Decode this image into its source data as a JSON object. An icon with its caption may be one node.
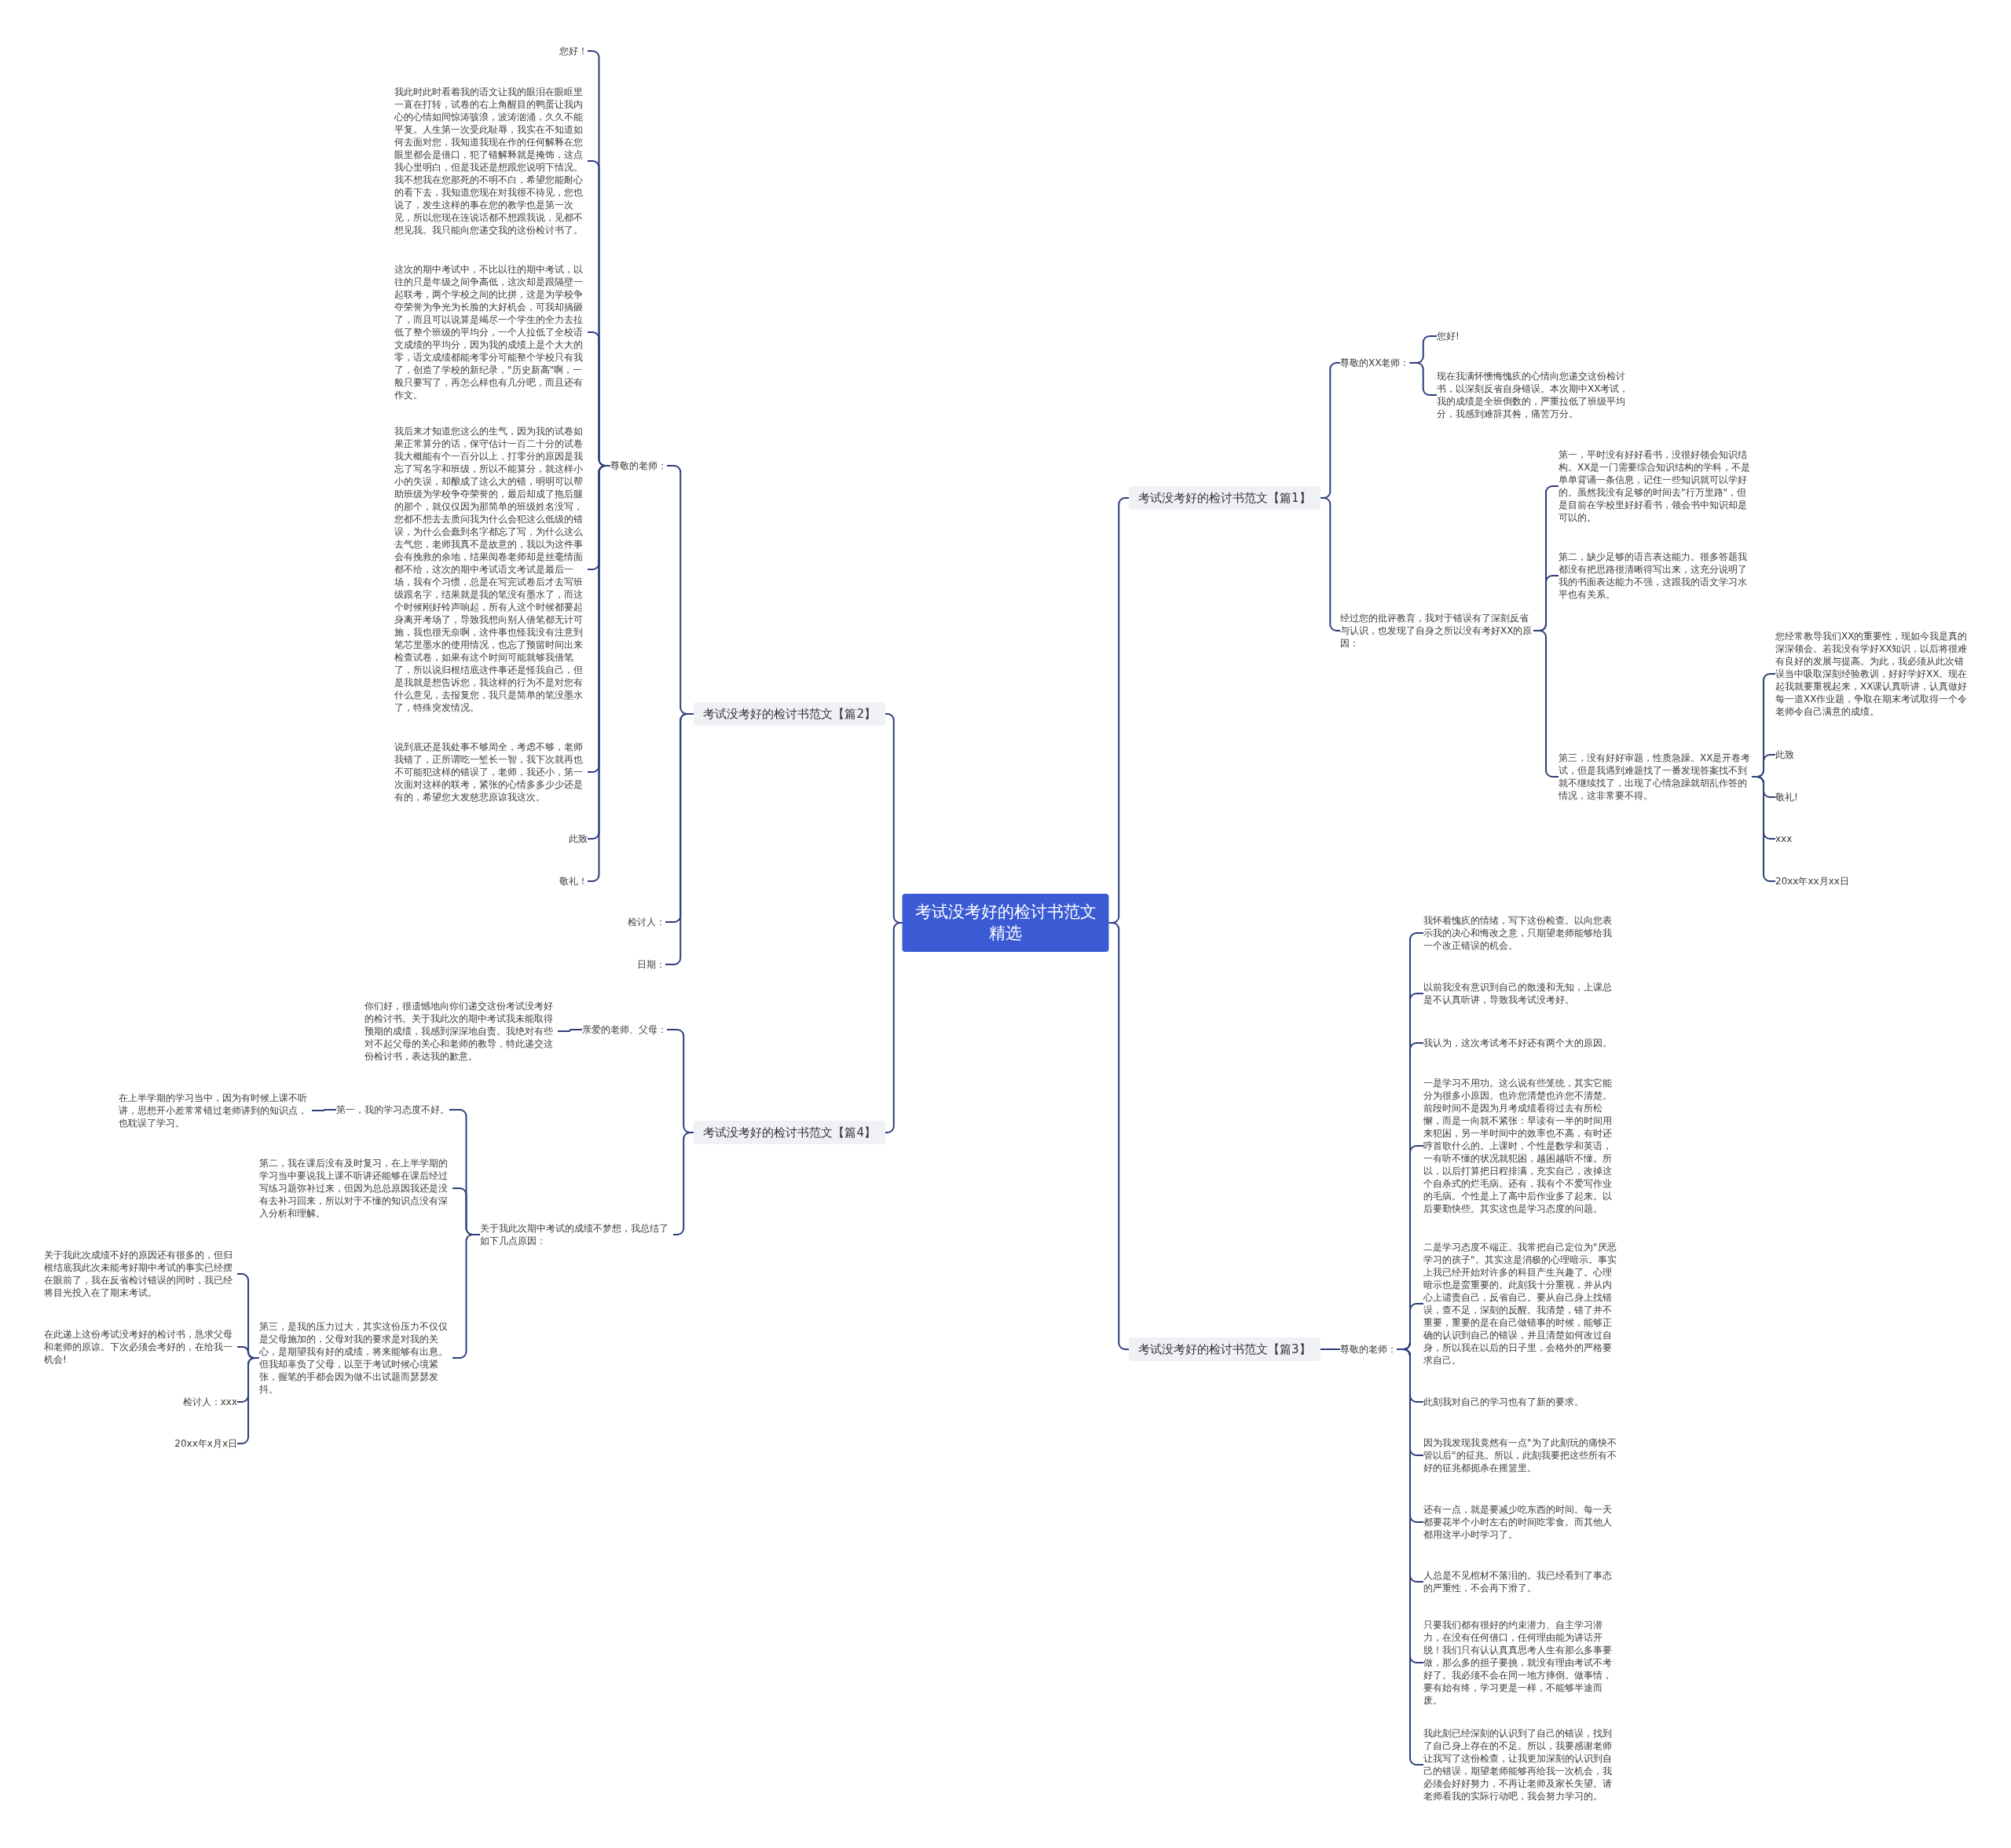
{
  "diagram": {
    "nodes": [
      {
        "text": [
          "考试没考好的检讨书范文精选"
        ]
      },
      {
        "text": [
          "考试没考好的检讨书范文【篇1】"
        ]
      },
      {
        "text": [
          "尊敬的XX老师："
        ]
      },
      {
        "text": [
          "您好!"
        ]
      },
      {
        "text": [
          "现在我满怀懊悔愧疚的心情向您递交这份检讨书，以深刻反省自身错误。本次期中XX考试，我的成绩是全班倒数的，严重拉低了班级平均分，我感到难辞其咎，痛苦万分。"
        ]
      },
      {
        "text": [
          "经过您的批评教育，我对于错误有了深刻反省与认识，也发现了自身之所以没有考好XX的原因："
        ]
      },
      {
        "text": [
          "第一，平时没有好好看书，没很好领会知识结构。XX是一门需要综合知识结构的学科，不是单单背诵一条信息，记住一些知识就可以学好的。虽然我没有足够的时间去\"行万里路\"，但是目前在学校里好好看书，领会书中知识却是可以的。"
        ]
      },
      {
        "text": [
          "第二，缺少足够的语言表达能力。很多答题我都没有把思路很清晰得写出来，这充分说明了我的书面表达能力不强，这跟我的语文学习水平也有关系。"
        ]
      },
      {
        "text": [
          "第三，没有好好审题，性质急躁。XX是开卷考试，但是我遇到难题找了一番发现答案找不到就不继续找了，出现了心情急躁就胡乱作答的情况，这非常要不得。"
        ]
      },
      {
        "text": [
          "您经常教导我们XX的重要性，现如今我是真的深深领会。若我没有学好XX知识，以后将很难有良好的发展与提高。为此，我必须从此次错误当中吸取深刻经验教训，好好学好XX。现在起我就要重视起来，XX课认真听讲，认真做好每一道XX作业题，争取在期末考试取得一个令老师令自己满意的成绩。"
        ]
      },
      {
        "text": [
          "此致"
        ]
      },
      {
        "text": [
          "敬礼!"
        ]
      },
      {
        "text": [
          "xxx"
        ]
      },
      {
        "text": [
          "20xx年xx月xx日"
        ]
      },
      {
        "text": [
          "考试没考好的检讨书范文【篇3】"
        ]
      },
      {
        "text": [
          "尊敬的老师："
        ]
      },
      {
        "text": [
          "我怀着愧疚的情绪，写下这份检查。以向您表示我的决心和悔改之意，只期望老师能够给我一个改正错误的机会。"
        ]
      },
      {
        "text": [
          "以前我没有意识到自己的散漫和无知，上课总是不认真听讲，导致我考试没考好。"
        ]
      },
      {
        "text": [
          "我认为，这次考试考不好还有两个大的原因。"
        ]
      },
      {
        "text": [
          "一是学习不用功。这么说有些笼统，其实它能分为很多小原因。也许您清楚也许您不清楚。前段时间不是因为月考成绩看得过去有所松懈，而是一向就不紧张：早读有一半的时间用来犯困，另一半时间中的效率也不高，有时还哼首歌什么的。上课时，个性是数学和英语，一有听不懂的状况就犯困，越困越听不懂。所以，以后打算把日程排满，充实自己，改掉这个自杀式的烂毛病。还有，我有个不爱写作业的毛病。个性是上了高中后作业多了起来。以后要勤快些。其实这也是学习态度的问题。"
        ]
      },
      {
        "text": [
          "二是学习态度不端正。我常把自己定位为\"厌恶学习的孩子\"。其实这是消极的心理暗示。事实上我已经开始对许多的科目产生兴趣了。心理暗示也是蛮重要的。此刻我十分重视，并从内心上谴责自己，反省自己。要从自己身上找错误，查不足，深刻的反醒。我清楚，错了并不重要，重要的是在自己做错事的时候，能够正确的认识到自己的错误，并且清楚如何改过自身，所以我在以后的日子里，会格外的严格要求自己。"
        ]
      },
      {
        "text": [
          "此刻我对自己的学习也有了新的要求。"
        ]
      },
      {
        "text": [
          "因为我发现我竟然有一点\"为了此刻玩的痛快不管以后\"的征兆。所以，此刻我要把这些所有不好的征兆都扼杀在摇篮里。"
        ]
      },
      {
        "text": [
          "还有一点，就是要减少吃东西的时间。每一天都要花半个小时左右的时间吃零食。而其他人都用这半小时学习了。"
        ]
      },
      {
        "text": [
          "人总是不见棺材不落泪的。我已经看到了事态的严重性，不会再下滑了。"
        ]
      },
      {
        "text": [
          "只要我们都有很好的约束潜力、自主学习潜力，在没有任何借口，任何理由能为讲话开脱！我们只有认认真真思考人生有那么多事要做，那么多的担子要挑，就没有理由考试不考好了。我必须不会在同一地方摔倒。做事情，要有始有终，学习更是一样，不能够半途而废。"
        ]
      },
      {
        "text": [
          "我此刻已经深刻的认识到了自己的错误，找到了自己身上存在的不足。所以，我要感谢老师让我写了这份检查，让我更加深刻的认识到自己的错误，期望老师能够再给我一次机会，我必须会好好努力，不再让老师及家长失望。请老师看我的实际行动吧，我会努力学习的。"
        ]
      },
      {
        "text": [
          "考试没考好的检讨书范文【篇2】"
        ]
      },
      {
        "text": [
          "尊敬的老师："
        ]
      },
      {
        "text": [
          "您好！"
        ]
      },
      {
        "text": [
          "我此时此时看着我的语文让我的眼泪在眼眶里一直在打转，试卷的右上角醒目的鸭蛋让我内心的心情如同惊涛骇浪，波涛汹涌，久久不能平复。人生第一次受此耻辱，我实在不知道如何去面对您，我知道我现在作的任何解释在您眼里都会是借口，犯了错解释就是掩饰，这点我心里明白，但是我还是想跟您说明下情况。我不想我在您那死的不明不白，希望您能耐心的看下去，我知道您现在对我很不待见，您也说了，发生这样的事在您的教学也是第一次见，所以您现在连说话都不想跟我说，见都不想见我。我只能向您递交我的这份检讨书了。"
        ]
      },
      {
        "text": [
          "这次的期中考试中，不比以往的期中考试，以往的只是年级之间争高低，这次却是跟隔壁一起联考，两个学校之间的比拼，这是为学校争夺荣誉为争光为长脸的大好机会，可我却搞砸了，而且可以说算是竭尽一个学生的全力去拉低了整个班级的平均分，一个人拉低了全校语文成绩的平均分，因为我的成绩上是个大大的零，语文成绩都能考零分可能整个学校只有我了，创造了学校的新纪录，\"历史新高\"啊，一般只要写了，再怎么样也有几分吧，而且还有作文。"
        ]
      },
      {
        "text": [
          "我后来才知道您这么的生气，因为我的试卷如果正常算分的话，保守估计一百二十分的试卷我大概能有个一百分以上，打零分的原因是我忘了写名字和班级，所以不能算分，就这样小小的失误，却酿成了这么大的错，明明可以帮助班级为学校争夺荣誉的，最后却成了拖后腿的那个，就仅仅因为那简单的班级姓名没写，您都不想去去质问我为什么会犯这么低级的错误，为什么会蠢到名字都忘了写，为什么这么去气您，老师我真不是故意的，我以为这件事会有挽救的余地，结果阅卷老师却是丝毫情面都不给，这次的期中考试语文考试是最后一场，我有个习惯，总是在写完试卷后才去写班级跟名字，结果就是我的笔没有墨水了，而这个时候刚好铃声响起，所有人这个时候都要起身离开考场了，导致我想向别人借笔都无计可施，我也很无奈啊，这件事也怪我没有注意到笔芯里墨水的使用情况，也忘了预留时间出来检查试卷，如果有这个时间可能就够我借笔了，所以说归根结底这件事还是怪我自己，但是我就是想告诉您，我这样的行为不是对您有什么意见，去报复您，我只是简单的笔没墨水了，特殊突发情况。"
        ]
      },
      {
        "text": [
          "说到底还是我处事不够周全，考虑不够，老师我错了，正所谓吃一堑长一智，我下次就再也不可能犯这样的错误了，老师，我还小，第一次面对这样的联考，紧张的心情多多少少还是有的，希望您大发慈悲原谅我这次。"
        ]
      },
      {
        "text": [
          "此致"
        ]
      },
      {
        "text": [
          "敬礼！"
        ]
      },
      {
        "text": [
          "检讨人："
        ]
      },
      {
        "text": [
          "日期："
        ]
      },
      {
        "text": [
          "考试没考好的检讨书范文【篇4】"
        ]
      },
      {
        "text": [
          "亲爱的老师、父母："
        ]
      },
      {
        "text": [
          "你们好，很遗憾地向你们递交这份考试没考好的检讨书。关于我此次的期中考试我未能取得预期的成绩，我感到深深地自责。我绝对有些对不起父母的关心和老师的教导，特此递交这份检讨书，表达我的歉意。"
        ]
      },
      {
        "text": [
          "关于我此次期中考试的成绩不梦想，我总结了如下几点原因："
        ]
      },
      {
        "text": [
          "第一，我的学习态度不好。"
        ]
      },
      {
        "text": [
          "在上半学期的学习当中，因为有时候上课不听讲，思想开小差常常错过老师讲到的知识点，也耽误了学习。"
        ]
      },
      {
        "text": [
          "第二，我在课后没有及时复习，在上半学期的学习当中要说我上课不听讲还能够在课后经过写练习题弥补过来，但因为总总原因我还是没有去补习回来，所以对于不懂的知识点没有深入分析和理解。"
        ]
      },
      {
        "text": [
          "第三，是我的压力过大，其实这份压力不仅仅是父母施加的，父母对我的要求是对我的关心，是期望我有好的成绩，将来能够有出息。但我却辜负了父母，以至于考试时候心境紧张，握笔的手都会因为做不出试题而瑟瑟发抖。"
        ]
      },
      {
        "text": [
          "关于我此次成绩不好的原因还有很多的，但归根结底我此次未能考好期中考试的事实已经摆在眼前了，我在反省检讨错误的同时，我已经将目光投入在了期末考试。"
        ]
      },
      {
        "text": [
          "在此递上这份考试没考好的检讨书，恳求父母和老师的原谅。下次必须会考好的，在给我一机会!"
        ]
      },
      {
        "text": [
          "检讨人：xxx"
        ]
      },
      {
        "text": [
          "20xx年x月x日"
        ]
      }
    ],
    "edges": [
      {
        "from": 0,
        "to": 1,
        "arrow": "none"
      },
      {
        "from": 0,
        "to": 14,
        "arrow": "none"
      },
      {
        "from": 0,
        "to": 27,
        "arrow": "none"
      },
      {
        "from": 0,
        "to": 38,
        "arrow": "none"
      },
      {
        "from": 1,
        "to": 2,
        "arrow": "none"
      },
      {
        "from": 1,
        "to": 5,
        "arrow": "none"
      },
      {
        "from": 2,
        "to": 3,
        "arrow": "none"
      },
      {
        "from": 2,
        "to": 4,
        "arrow": "none"
      },
      {
        "from": 5,
        "to": 6,
        "arrow": "none"
      },
      {
        "from": 5,
        "to": 7,
        "arrow": "none"
      },
      {
        "from": 5,
        "to": 8,
        "arrow": "none"
      },
      {
        "from": 8,
        "to": 9,
        "arrow": "none"
      },
      {
        "from": 8,
        "to": 10,
        "arrow": "none"
      },
      {
        "from": 8,
        "to": 11,
        "arrow": "none"
      },
      {
        "from": 8,
        "to": 12,
        "arrow": "none"
      },
      {
        "from": 8,
        "to": 13,
        "arrow": "none"
      },
      {
        "from": 14,
        "to": 15,
        "arrow": "none"
      },
      {
        "from": 15,
        "to": 16,
        "arrow": "none"
      },
      {
        "from": 15,
        "to": 17,
        "arrow": "none"
      },
      {
        "from": 15,
        "to": 18,
        "arrow": "none"
      },
      {
        "from": 15,
        "to": 19,
        "arrow": "none"
      },
      {
        "from": 15,
        "to": 20,
        "arrow": "none"
      },
      {
        "from": 15,
        "to": 21,
        "arrow": "none"
      },
      {
        "from": 15,
        "to": 22,
        "arrow": "none"
      },
      {
        "from": 15,
        "to": 23,
        "arrow": "none"
      },
      {
        "from": 15,
        "to": 24,
        "arrow": "none"
      },
      {
        "from": 15,
        "to": 25,
        "arrow": "none"
      },
      {
        "from": 15,
        "to": 26,
        "arrow": "none"
      },
      {
        "from": 27,
        "to": 28,
        "arrow": "none"
      },
      {
        "from": 27,
        "to": 36,
        "arrow": "none"
      },
      {
        "from": 27,
        "to": 37,
        "arrow": "none"
      },
      {
        "from": 28,
        "to": 29,
        "arrow": "none"
      },
      {
        "from": 28,
        "to": 30,
        "arrow": "none"
      },
      {
        "from": 28,
        "to": 31,
        "arrow": "none"
      },
      {
        "from": 28,
        "to": 32,
        "arrow": "none"
      },
      {
        "from": 28,
        "to": 33,
        "arrow": "none"
      },
      {
        "from": 28,
        "to": 34,
        "arrow": "none"
      },
      {
        "from": 28,
        "to": 35,
        "arrow": "none"
      },
      {
        "from": 38,
        "to": 39,
        "arrow": "none"
      },
      {
        "from": 38,
        "to": 41,
        "arrow": "none"
      },
      {
        "from": 39,
        "to": 40,
        "arrow": "none"
      },
      {
        "from": 41,
        "to": 42,
        "arrow": "none"
      },
      {
        "from": 41,
        "to": 44,
        "arrow": "none"
      },
      {
        "from": 41,
        "to": 45,
        "arrow": "none"
      },
      {
        "from": 42,
        "to": 43,
        "arrow": "none"
      },
      {
        "from": 45,
        "to": 46,
        "arrow": "none"
      },
      {
        "from": 45,
        "to": 47,
        "arrow": "none"
      },
      {
        "from": 45,
        "to": 48,
        "arrow": "none"
      },
      {
        "from": 45,
        "to": 49,
        "arrow": "none"
      }
    ]
  }
}
